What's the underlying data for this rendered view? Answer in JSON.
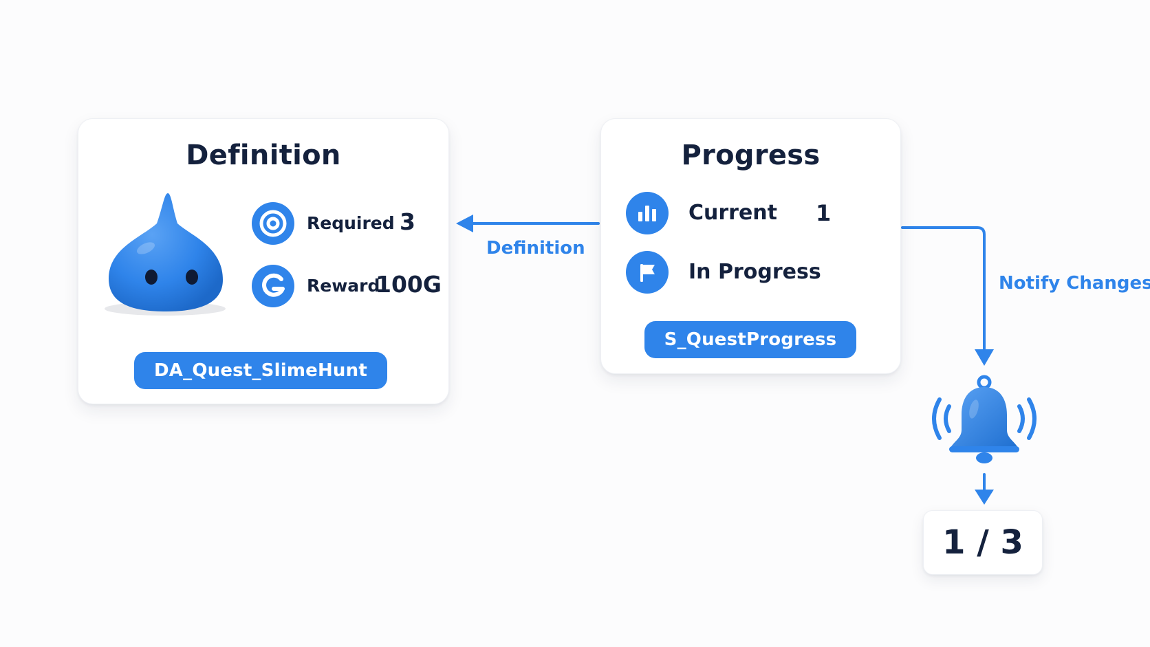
{
  "colors": {
    "accent": "#2f84ea",
    "text": "#14213d",
    "card": "#ffffff",
    "background": "#fcfcfd"
  },
  "definition_card": {
    "title": "Definition",
    "image": "blue-slime-mascot",
    "rows": [
      {
        "icon": "target-icon",
        "label": "Required",
        "value": "3"
      },
      {
        "icon": "gold-g-icon",
        "label": "Reward",
        "value": "100G"
      }
    ],
    "asset_name": "DA_Quest_SlimeHunt"
  },
  "progress_card": {
    "title": "Progress",
    "rows": [
      {
        "icon": "bar-chart-icon",
        "label": "Current",
        "value": "1"
      },
      {
        "icon": "flag-icon",
        "label": "In Progress"
      }
    ],
    "struct_name": "S_QuestProgress"
  },
  "connectors": {
    "definition_label": "Definition",
    "notify_label": "Notify Changes"
  },
  "notification": {
    "icon": "ringing-bell-icon"
  },
  "result": {
    "text": "1 / 3"
  }
}
